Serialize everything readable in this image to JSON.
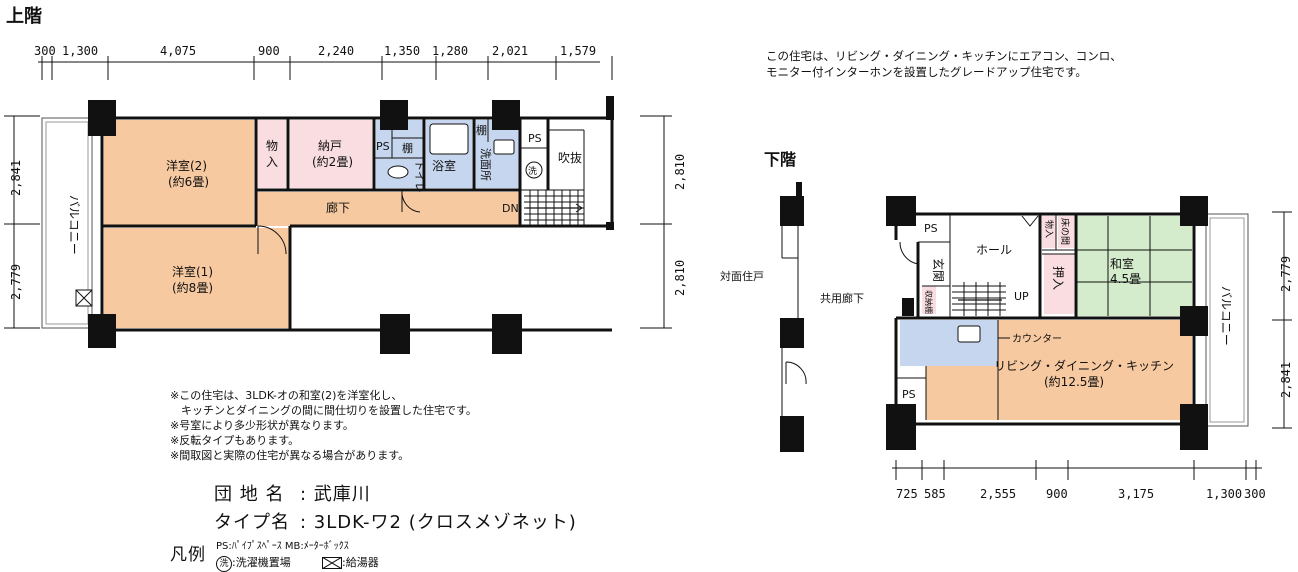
{
  "headings": {
    "upper": "上階",
    "lower": "下階"
  },
  "description_lines": [
    "この住宅は、リビング・ダイニング・キッチンにエアコン、コンロ、",
    "モニター付インターホンを設置したグレードアップ住宅です。"
  ],
  "upper_dims_top": [
    "300",
    "1,300",
    "4,075",
    "900",
    "2,240",
    "1,350",
    "1,280",
    "2,021",
    "1,579"
  ],
  "upper_dims_left": [
    "2,841",
    "2,779"
  ],
  "upper_dims_right": [
    "2,810",
    "2,810"
  ],
  "upper_rooms": {
    "yoshitsu2": "洋室(2)",
    "yoshitsu2_size": "(約6畳)",
    "yoshitsu1": "洋室(1)",
    "yoshitsu1_size": "(約8畳)",
    "monoire_1": "物",
    "monoire_2": "入",
    "nando": "納戸",
    "nando_size": "(約2畳)",
    "ps": "PS",
    "tana": "棚",
    "toilet": "トイレ",
    "yokushitsu": "浴室",
    "tana2": "棚",
    "senmen": "洗面所",
    "sentaku": "洗",
    "ps2": "PS",
    "fukinuke": "吹抜",
    "roka": "廊下",
    "dn": "DN",
    "balcony": "バルコニー"
  },
  "lower_dims_bottom": [
    "725",
    "585",
    "2,555",
    "900",
    "3,175",
    "1,300",
    "300"
  ],
  "lower_dims_right": [
    "2,779",
    "2,841"
  ],
  "lower_rooms": {
    "taimen": "対面住戸",
    "kyoyo": "共用廊下",
    "ps": "PS",
    "genkan": "玄関",
    "shuno": "収納棚",
    "hall": "ホール",
    "up": "UP",
    "monoire": "物入",
    "tokonoma": "床の間",
    "oshiire": "押入",
    "washitsu": "和室",
    "washitsu_size": "4.5畳",
    "counter": "カウンター",
    "ldk": "リビング・ダイニング・キッチン",
    "ldk_size": "(約12.5畳)",
    "ps2": "PS",
    "balcony": "バルコニー"
  },
  "notes": [
    "※この住宅は、3LDK-オの和室(2)を洋室化し、",
    "　キッチンとダイニングの間に間仕切りを設置した住宅です。",
    "※号室により多少形状が異なります。",
    "※反転タイプもあります。",
    "※間取図と実際の住宅が異なる場合があります。"
  ],
  "info": {
    "name_label": "団 地 名",
    "name_value": ": 武庫川",
    "type_label": "タイプ名",
    "type_value": ": 3LDK-ワ2 (クロスメゾネット)"
  },
  "legend": {
    "title": "凡例",
    "line1": "PS:ﾊﾟｲﾌﾟｽﾍﾟｰｽ MB:ﾒｰﾀｰﾎﾞｯｸｽ",
    "sentaku_symbol": "洗",
    "line2": ":洗濯機置場",
    "line2b": ":給湯器"
  },
  "colors": {
    "western": "#f7c9a0",
    "storage": "#f9dde0",
    "wet": "#c6d6ee",
    "tatami": "#d4eccc",
    "wall": "#111111"
  }
}
